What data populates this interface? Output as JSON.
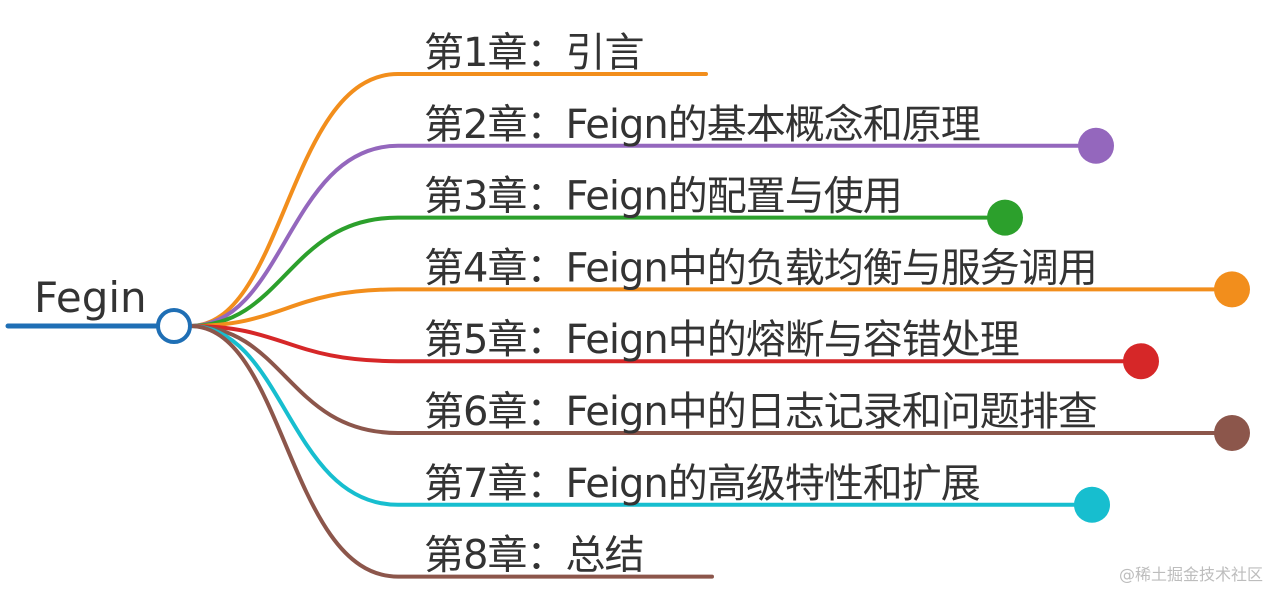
{
  "root": {
    "label": "Fegin",
    "color": "#1f6fb5"
  },
  "branches": [
    {
      "label": "第1章：引言",
      "color": "#f28e1c",
      "has_node": false
    },
    {
      "label": "第2章：Feign的基本概念和原理",
      "color": "#9467bd",
      "has_node": true
    },
    {
      "label": "第3章：Feign的配置与使用",
      "color": "#2ca02c",
      "has_node": true
    },
    {
      "label": "第4章：Feign中的负载均衡与服务调用",
      "color": "#f28e1c",
      "has_node": true
    },
    {
      "label": "第5章：Feign中的熔断与容错处理",
      "color": "#d62728",
      "has_node": true
    },
    {
      "label": "第6章：Feign中的日志记录和问题排查",
      "color": "#8c564b",
      "has_node": true
    },
    {
      "label": "第7章：Feign的高级特性和扩展",
      "color": "#17becf",
      "has_node": true
    },
    {
      "label": "第8章：总结",
      "color": "#8c564b",
      "has_node": false
    }
  ],
  "watermark": "@稀土掘金技术社区"
}
